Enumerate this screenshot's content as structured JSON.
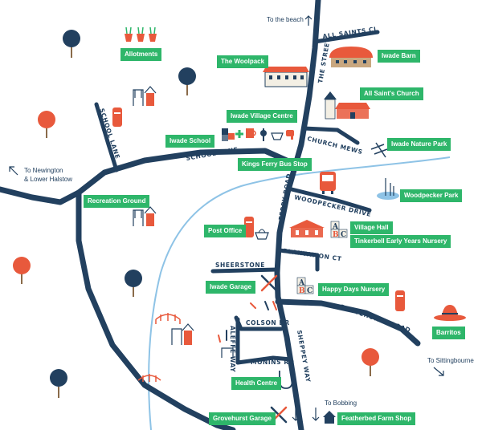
{
  "colors": {
    "road": "#22405f",
    "label_bg": "#2eb66a",
    "accent": "#e8593c",
    "water": "#8ec3e6"
  },
  "places": [
    {
      "id": "allotments",
      "label": "Allotments",
      "icon": "carrot-icon"
    },
    {
      "id": "woolpack",
      "label": "The Woolpack",
      "icon": "pub-building-icon"
    },
    {
      "id": "iwade_barn",
      "label": "Iwade Barn",
      "icon": "barn-icon"
    },
    {
      "id": "all_saints_church",
      "label": "All Saint's Church",
      "icon": "church-icon"
    },
    {
      "id": "village_centre",
      "label": "Iwade Village Centre",
      "icon": "shop-icons"
    },
    {
      "id": "iwade_school",
      "label": "Iwade School",
      "icon": "school-icon"
    },
    {
      "id": "nature_park",
      "label": "Iwade Nature Park",
      "icon": "dragonfly-icon"
    },
    {
      "id": "bus_stop",
      "label": "Kings Ferry Bus Stop",
      "icon": "bus-icon"
    },
    {
      "id": "woodpecker_park",
      "label": "Woodpecker Park",
      "icon": "pond-icon"
    },
    {
      "id": "recreation_ground",
      "label": "Recreation Ground",
      "icon": "playground-icon"
    },
    {
      "id": "post_office",
      "label": "Post Office",
      "icon": "postbox-icon"
    },
    {
      "id": "village_hall",
      "label": "Village Hall",
      "icon": "hall-icon"
    },
    {
      "id": "tinkerbell",
      "label": "Tinkerbell Early Years Nursery",
      "icon": "abc-blocks-icon"
    },
    {
      "id": "iwade_garage",
      "label": "Iwade Garage",
      "icon": "tools-icon"
    },
    {
      "id": "happy_days",
      "label": "Happy Days Nursery",
      "icon": "abc-blocks-icon"
    },
    {
      "id": "barritos",
      "label": "Barritos",
      "icon": "sombrero-icon"
    },
    {
      "id": "health_centre",
      "label": "Health Centre",
      "icon": "stethoscope-icon"
    },
    {
      "id": "grovehurst_garage",
      "label": "Grovehurst Garage",
      "icon": "tools-icon"
    },
    {
      "id": "featherbed",
      "label": "Featherbed Farm Shop",
      "icon": "farm-shop-icon"
    }
  ],
  "roads": {
    "all_saints_cl": "ALL SAINTS CL",
    "the_street": "THE STREET",
    "church_mews": "CHURCH MEWS",
    "school_lane_upper": "SCHOOL LANE",
    "school_lane_lower": "SCHOOL LANE",
    "ferry_road": "FERRY ROAD",
    "woodpecker_drive": "WOODPECKER DRIVE",
    "sheerstone": "SHEERSTONE",
    "plantation_ct": "PLANTATION CT",
    "grovehurst_road": "GROVEHURST ROAD",
    "colson_dr": "COLSON DR",
    "aleffe_way": "ALEFFE WAY",
    "monins_rd": "MONINS RD",
    "sheppey_way": "SHEPPEY WAY"
  },
  "directions": {
    "beach": "To the beach",
    "newington_1": "To Newington",
    "newington_2": "& Lower Halstow",
    "sittingbourne": "To Sittingbourne",
    "bobbing": "To Bobbing"
  }
}
